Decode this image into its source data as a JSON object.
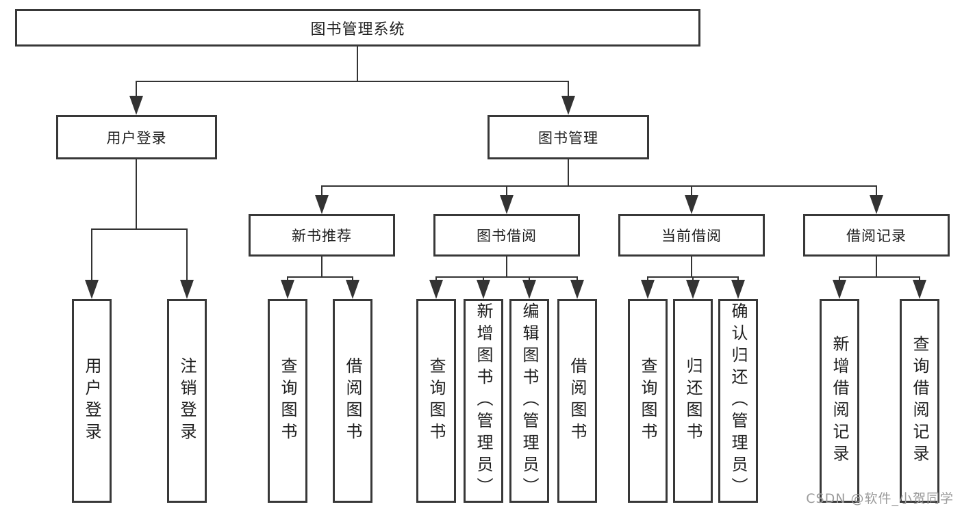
{
  "title": {
    "label": "图书管理系统"
  },
  "level2": [
    {
      "label": "用户登录"
    },
    {
      "label": "图书管理"
    }
  ],
  "level3": [
    {
      "label": "新书推荐"
    },
    {
      "label": "图书借阅"
    },
    {
      "label": "当前借阅"
    },
    {
      "label": "借阅记录"
    }
  ],
  "leaves": [
    {
      "label": "用户登录"
    },
    {
      "label": "注销登录"
    },
    {
      "label": "查询图书"
    },
    {
      "label": "借阅图书"
    },
    {
      "label": "查询图书"
    },
    {
      "label": "新增图书（管理员）"
    },
    {
      "label": "编辑图书（管理员）"
    },
    {
      "label": "借阅图书"
    },
    {
      "label": "查询图书"
    },
    {
      "label": "归还图书"
    },
    {
      "label": "确认归还（管理员）"
    },
    {
      "label": "新增借阅记录"
    },
    {
      "label": "查询借阅记录"
    }
  ],
  "watermark": {
    "text": "CSDN @软件_小贺同学",
    "color": "#9b9b9b"
  },
  "colors": {
    "line": "#333333",
    "border": "#383838",
    "text": "#1f1f1f",
    "background": "#ffffff"
  }
}
